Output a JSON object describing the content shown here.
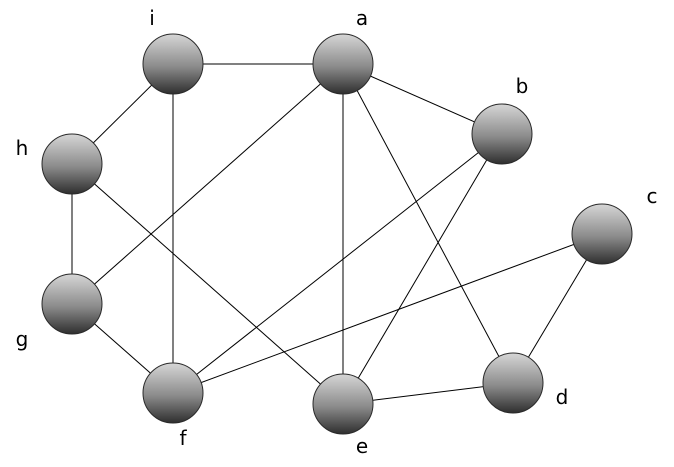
{
  "nodes": [
    {
      "id": "i",
      "label": "i"
    },
    {
      "id": "a",
      "label": "a"
    },
    {
      "id": "b",
      "label": "b"
    },
    {
      "id": "c",
      "label": "c"
    },
    {
      "id": "h",
      "label": "h"
    },
    {
      "id": "g",
      "label": "g"
    },
    {
      "id": "f",
      "label": "f"
    },
    {
      "id": "e",
      "label": "e"
    },
    {
      "id": "d",
      "label": "d"
    }
  ],
  "edges": [
    [
      "i",
      "a"
    ],
    [
      "i",
      "h"
    ],
    [
      "i",
      "f"
    ],
    [
      "a",
      "b"
    ],
    [
      "a",
      "g"
    ],
    [
      "a",
      "e"
    ],
    [
      "a",
      "d"
    ],
    [
      "h",
      "g"
    ],
    [
      "h",
      "e"
    ],
    [
      "g",
      "f"
    ],
    [
      "b",
      "f"
    ],
    [
      "b",
      "e"
    ],
    [
      "c",
      "f"
    ],
    [
      "c",
      "d"
    ],
    [
      "e",
      "d"
    ]
  ],
  "colors": {
    "node_light": "#d4d4d4",
    "node_dark": "#2e2e2e",
    "edge": "#000000",
    "text": "#000000"
  }
}
